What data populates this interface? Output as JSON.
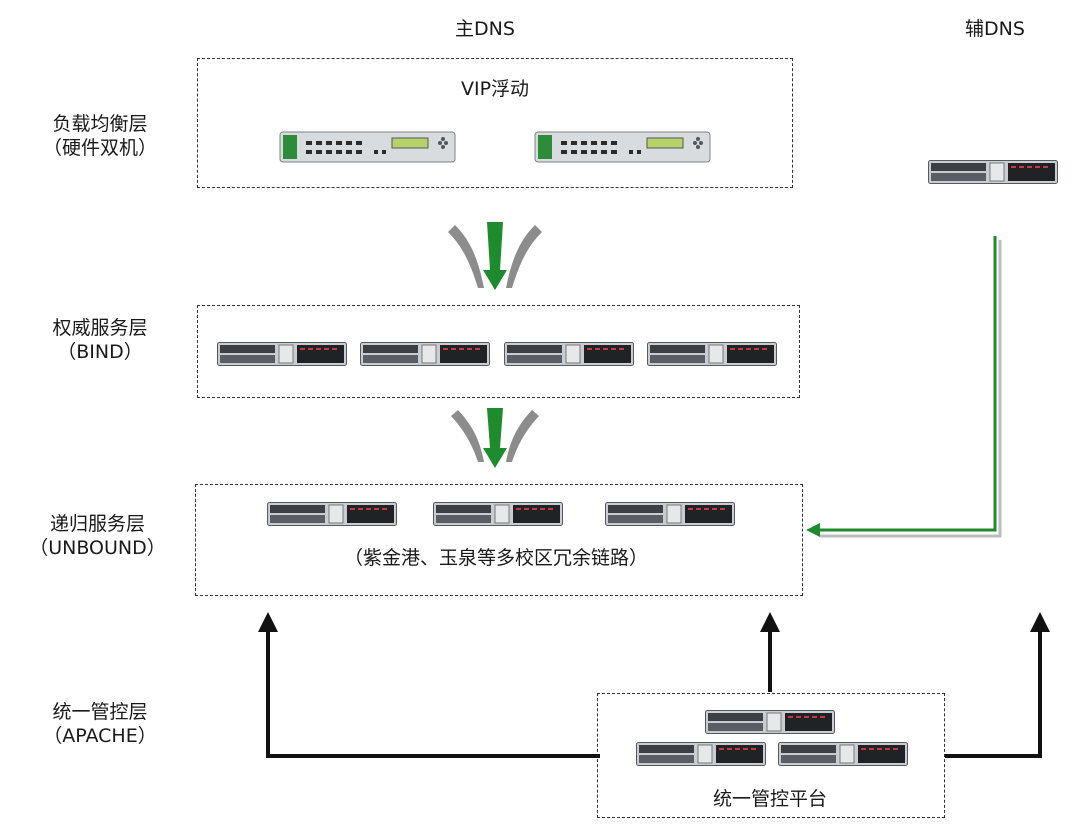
{
  "headers": {
    "primary_dns": "主DNS",
    "secondary_dns": "辅DNS"
  },
  "layers": [
    {
      "name": "负载均衡层",
      "sub": "（硬件双机）"
    },
    {
      "name": "权威服务层",
      "sub": "（BIND）"
    },
    {
      "name": "递归服务层",
      "sub": "（UNBOUND）"
    },
    {
      "name": "统一管控层",
      "sub": "（APACHE）"
    }
  ],
  "load_balancer": {
    "label": "VIP浮动"
  },
  "recursive": {
    "note": "（紫金港、玉泉等多校区冗余链路）"
  },
  "control_platform": {
    "label": "统一管控平台"
  },
  "colors": {
    "green": "#1e8c2e",
    "black": "#111111",
    "gray": "#9a9a9a"
  }
}
